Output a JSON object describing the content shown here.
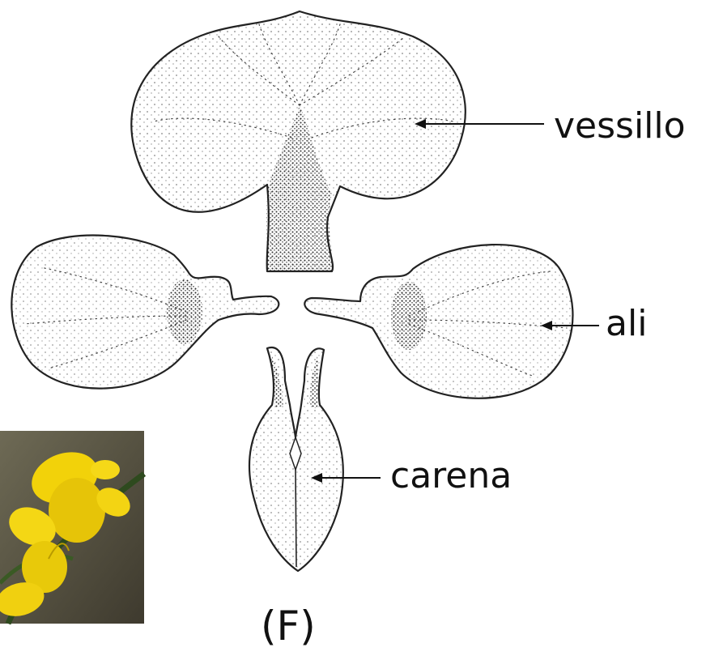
{
  "labels": {
    "vessillo": "vessillo",
    "ali": "ali",
    "carena": "carena",
    "figure": "(F)"
  },
  "colors": {
    "ink": "#111111",
    "petal_yellow": "#f2d20a",
    "photo_background": "#5a5040"
  }
}
